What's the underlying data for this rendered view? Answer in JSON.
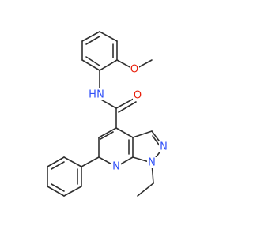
{
  "molecule": {
    "colors": {
      "bond": "#303030",
      "nitrogen": "#3050F8",
      "oxygen": "#E8200C",
      "background": "#ffffff"
    },
    "atoms": [
      {
        "id": "o_methoxy",
        "label": "O",
        "element": "O"
      },
      {
        "id": "n_amide",
        "label": "N",
        "element": "N"
      },
      {
        "id": "h_amide",
        "label": "H",
        "element": "N"
      },
      {
        "id": "o_carbonyl",
        "label": "O",
        "element": "O"
      },
      {
        "id": "n_pyrazole_2",
        "label": "N",
        "element": "N"
      },
      {
        "id": "n_pyrazole_1",
        "label": "N",
        "element": "N"
      },
      {
        "id": "n_pyridine",
        "label": "N",
        "element": "N"
      }
    ]
  }
}
